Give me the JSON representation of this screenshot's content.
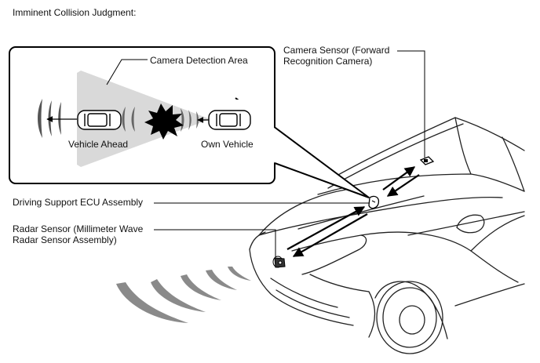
{
  "title": "Imminent Collision Judgment:",
  "inset": {
    "camera_detection_area": "Camera Detection Area",
    "vehicle_ahead": "Vehicle Ahead",
    "own_vehicle": "Own Vehicle"
  },
  "callouts": {
    "camera_sensor_line1": "Camera Sensor (Forward",
    "camera_sensor_line2": "Recognition Camera)",
    "ecu": "Driving Support ECU Assembly",
    "radar_line1": "Radar Sensor (Millimeter Wave",
    "radar_line2": "Radar Sensor Assembly)"
  },
  "icons": [
    "explosion-icon",
    "radar-wave-icon",
    "camera-sensor-icon",
    "ecu-icon",
    "radar-sensor-icon"
  ]
}
